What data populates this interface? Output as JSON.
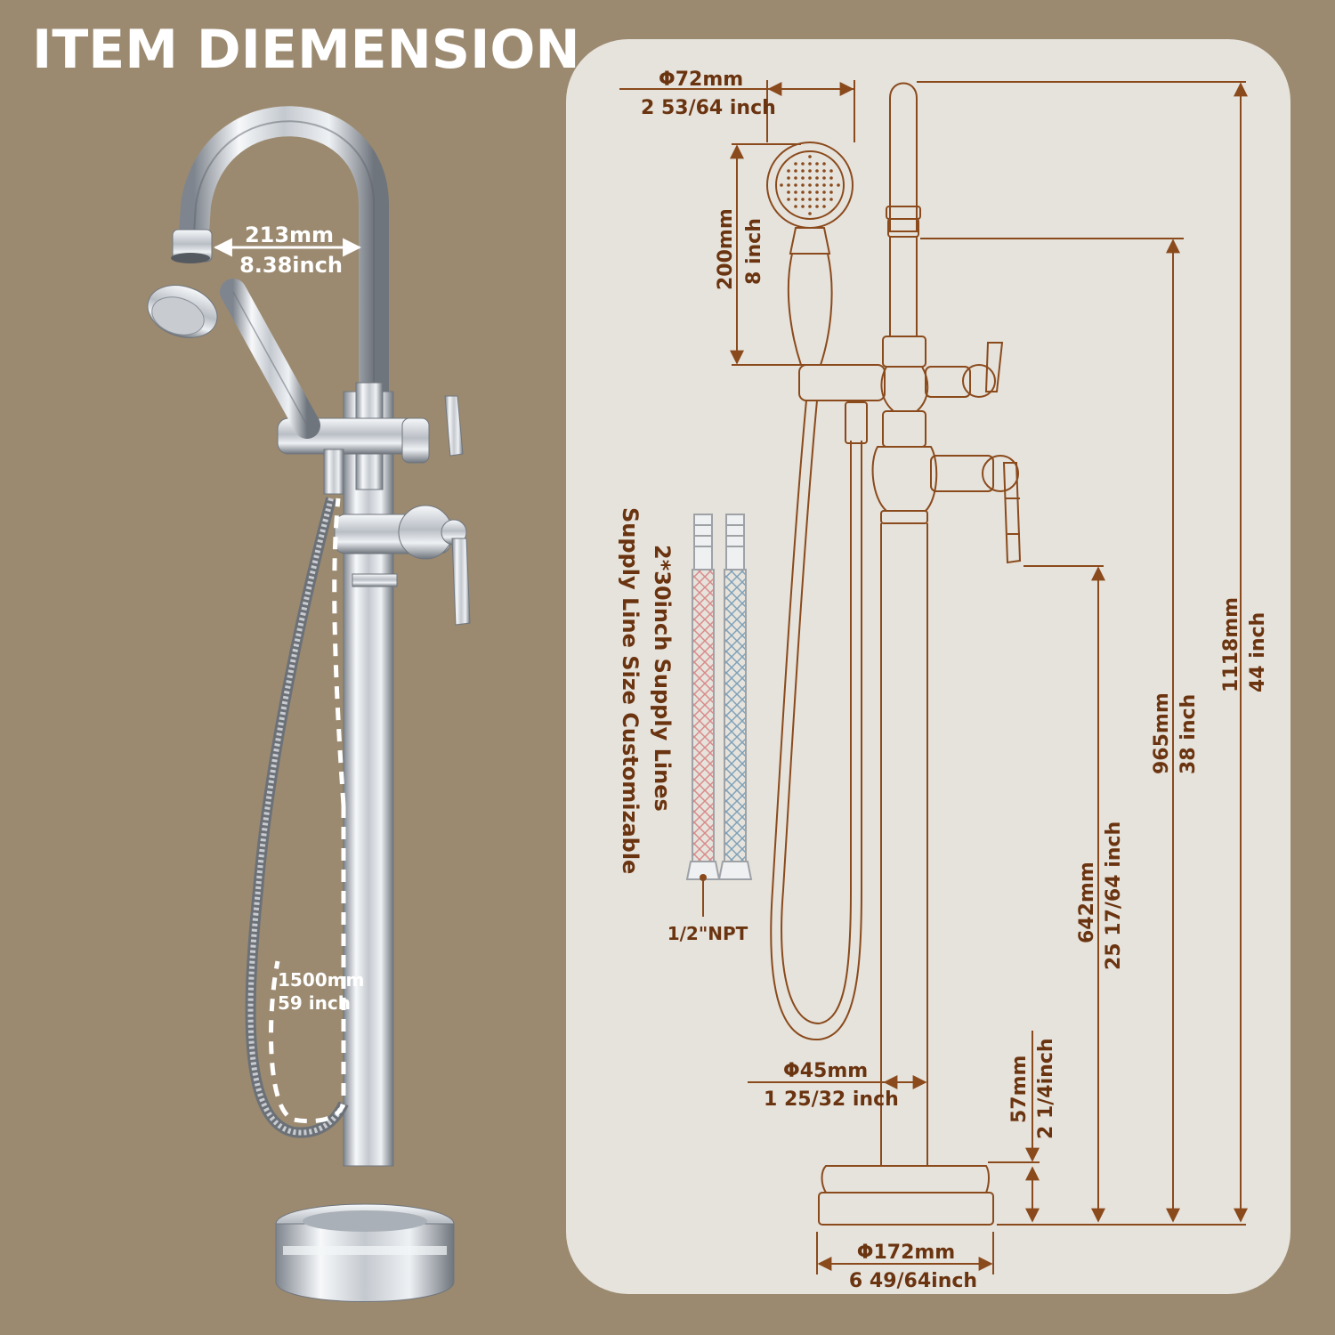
{
  "title": "ITEM DIEMENSION",
  "colors": {
    "background": "#9b8a70",
    "panel": "#e6e3dc",
    "drawing": "#8a4a1c",
    "label": "#6b3410",
    "chrome_light": "#f1f3f6",
    "chrome_dark": "#8d939b",
    "hot": "#d98a8a",
    "cold": "#7fa1b8"
  },
  "photo": {
    "spout_reach_mm": "213mm",
    "spout_reach_in": "8.38inch",
    "hose_length_mm": "1500mm",
    "hose_length_in": "59 inch"
  },
  "dimensions": {
    "handshower_dia_mm": "Φ72mm",
    "handshower_dia_in": "2  53/64 inch",
    "handshower_len_mm": "200mm",
    "handshower_len_in": "8 inch",
    "total_height_mm": "1118mm",
    "total_height_in": "44 inch",
    "spout_height_mm": "965mm",
    "spout_height_in": "38 inch",
    "handle_height_mm": "642mm",
    "handle_height_in": "25 17/64 inch",
    "base_height_mm": "57mm",
    "base_height_in": "2 1/4inch",
    "riser_dia_mm": "Φ45mm",
    "riser_dia_in": "1  25/32 inch",
    "base_dia_mm": "Φ172mm",
    "base_dia_in": "6  49/64inch"
  },
  "supply": {
    "line1": "2*30inch Supply Lines",
    "line2": "Supply Line Size Customizable",
    "thread": "1/2\"NPT"
  }
}
